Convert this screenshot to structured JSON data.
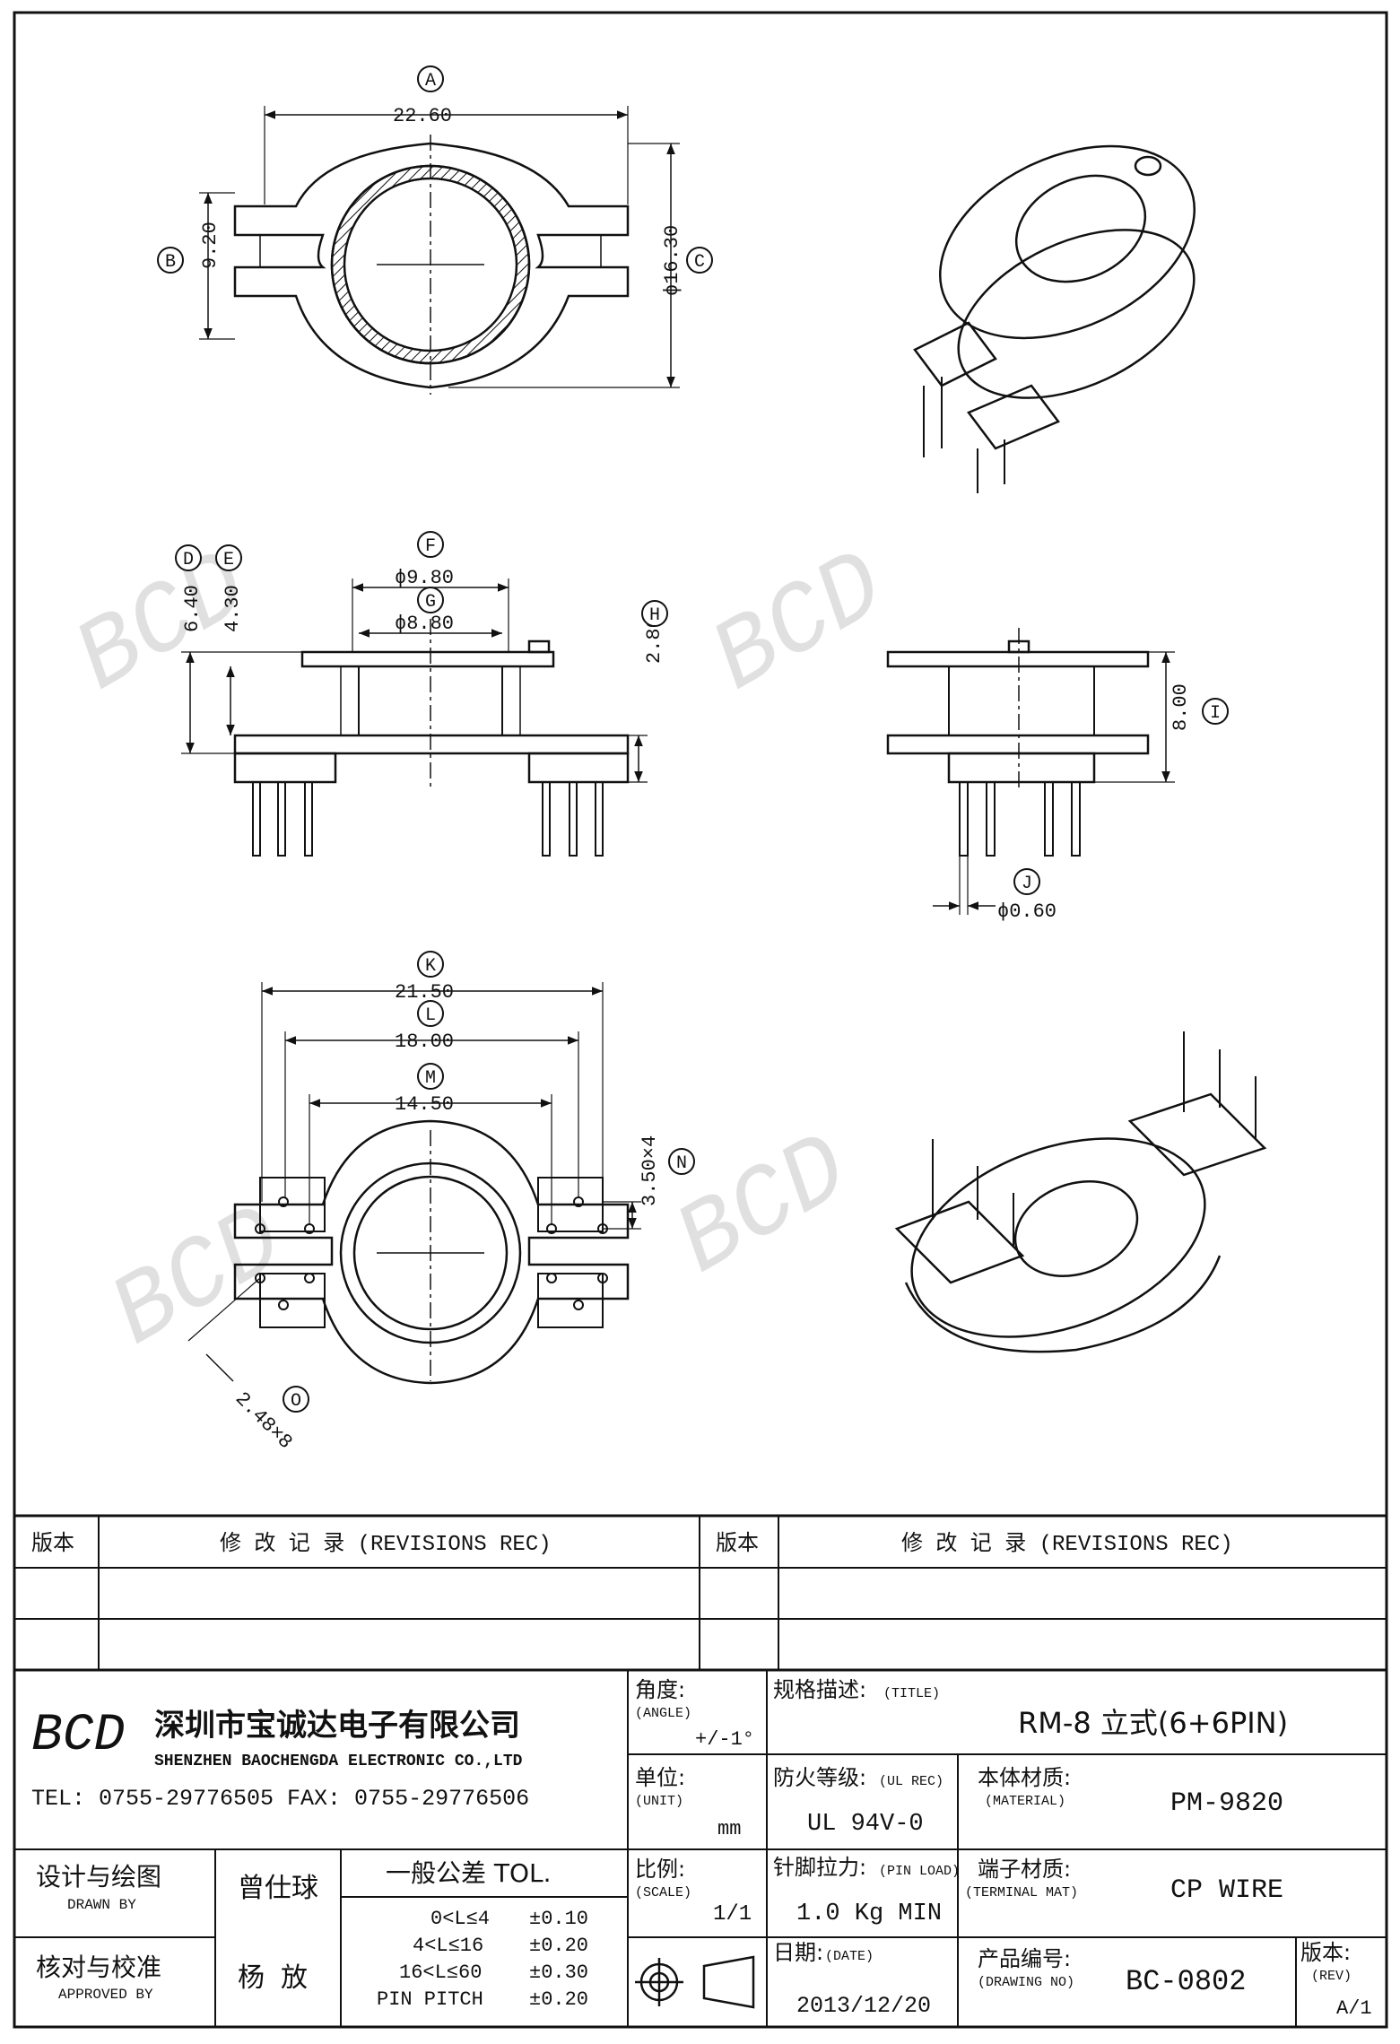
{
  "dims": {
    "A": "22.60",
    "B": "9.20",
    "C": "ϕ16.30",
    "D": "6.40",
    "E": "4.30",
    "F": "ϕ9.80",
    "G": "ϕ8.80",
    "H": "2.80",
    "I": "8.00",
    "J": "ϕ0.60",
    "K": "21.50",
    "L": "18.00",
    "M": "14.50",
    "N": "3.50×4",
    "O": "2.48×8"
  },
  "callouts": [
    "A",
    "B",
    "C",
    "D",
    "E",
    "F",
    "G",
    "H",
    "I",
    "J",
    "K",
    "L",
    "M",
    "N",
    "O"
  ],
  "watermark": "BCD",
  "revisions": {
    "version_label": "版本",
    "record_label": "修 改 记 录  (REVISIONS REC)"
  },
  "company": {
    "logo": "BCD",
    "name_cn": "深圳市宝诚达电子有限公司",
    "name_en": "SHENZHEN BAOCHENGDA ELECTRONIC CO.,LTD",
    "tel_fax": "TEL: 0755-29776505  FAX: 0755-29776506"
  },
  "title_block": {
    "angle_label": "角度:",
    "angle_label_en": "(ANGLE)",
    "angle_value": "+/-1°",
    "unit_label": "单位:",
    "unit_label_en": "(UNIT)",
    "unit_value": "mm",
    "scale_label": "比例:",
    "scale_label_en": "(SCALE)",
    "scale_value": "1/1",
    "title_label": "规格描述:",
    "title_label_en": "(TITLE)",
    "title_value": "RM-8 立式(6+6PIN)",
    "ul_label": "防火等级:",
    "ul_label_en": "(UL REC)",
    "ul_value": "UL 94V-0",
    "material_label": "本体材质:",
    "material_label_en": "(MATERIAL)",
    "material_value": "PM-9820",
    "pin_load_label": "针脚拉力:",
    "pin_load_label_en": "(PIN LOAD)",
    "pin_load_value": "1.0 Kg MIN",
    "terminal_label": "端子材质:",
    "terminal_label_en": "(TERMINAL MAT)",
    "terminal_value": "CP WIRE",
    "date_label": "日期:",
    "date_label_en": "(DATE)",
    "date_value": "2013/12/20",
    "drawing_no_label": "产品编号:",
    "drawing_no_label_en": "(DRAWING NO)",
    "drawing_no_value": "BC-0802",
    "rev_label": "版本:",
    "rev_label_en": "(REV)",
    "rev_value": "A/1",
    "drawn_label": "设计与绘图",
    "drawn_label_en": "DRAWN BY",
    "drawn_value": "曾仕球",
    "approved_label": "核对与校准",
    "approved_label_en": "APPROVED BY",
    "approved_value": "杨  放",
    "tol_title": "一般公差 TOL.",
    "tolerances": [
      {
        "range": "0<L≤4",
        "value": "±0.10"
      },
      {
        "range": "4<L≤16",
        "value": "±0.20"
      },
      {
        "range": "16<L≤60",
        "value": "±0.30"
      },
      {
        "range": "PIN PITCH",
        "value": "±0.20"
      }
    ]
  }
}
